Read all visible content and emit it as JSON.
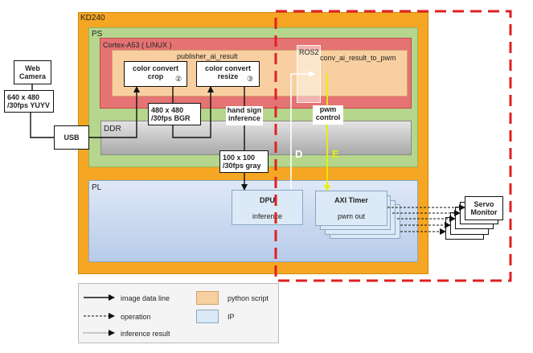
{
  "regions": {
    "kd240": "KD240",
    "ps": "PS",
    "cortex": "Cortex-A53 ( LINUX )",
    "publisher": "publisher_ai_result",
    "ros2": "ROS2",
    "conv": "conv_ai_result_to_pwm",
    "ddr": "DDR",
    "pl": "PL"
  },
  "nodes": {
    "webcam": "Web\nCamera",
    "cam_fmt": "640 x 480\n/30fps YUYV",
    "usb": "USB",
    "crop": "color convert\ncrop",
    "crop_num": "②",
    "resize": "color convert\nresize",
    "resize_num": "③",
    "bgr": "480 x 480\n/30fps BGR",
    "hand": "hand sign\ninference",
    "gray": "100 x 100\n/30fps gray",
    "pwm_ctrl": "pwm\ncontrol",
    "dpu_title": "DPU",
    "dpu_sub": "inference",
    "axi_title": "AXI Timer",
    "axi_sub": "pwm out",
    "servo": "Servo\nMonitor",
    "mark_d": "D",
    "mark_e": "E"
  },
  "legend": {
    "image_line": "image data line",
    "operation": "operation",
    "inference": "inference result",
    "python": "python script",
    "ip": "IP"
  },
  "colors": {
    "kd240": "#f5a623",
    "ps": "#b5d68c",
    "cortex": "#e57373",
    "python": "#f8cfa0",
    "ddr": "#c8c8c8",
    "pl": "#c9d9ef",
    "ip": "#dce9f6",
    "highlight": "#e02020",
    "e_line": "#e8f000"
  }
}
